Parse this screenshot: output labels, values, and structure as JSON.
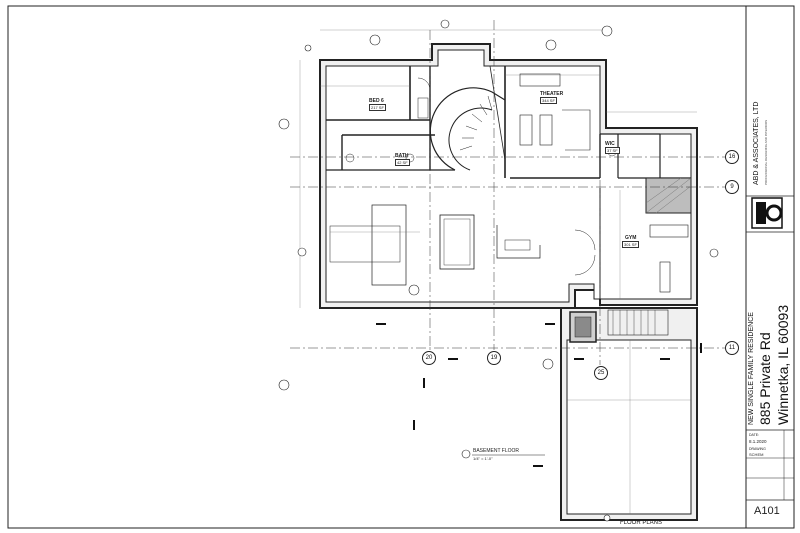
{
  "project": {
    "type_label": "NEW SINGLE FAMILY RESIDENCE",
    "address_line1": "885 Private Rd",
    "address_line2": "Winnetka, IL 60093"
  },
  "firm": {
    "name": "ABD & ASSOCIATES, LTD",
    "subtitle": "PROFESSIONAL DESIGNING AND INTERIORS"
  },
  "sheet": {
    "date_label": "DATE:",
    "date_value": "8.1.2020",
    "drawing_label": "DRAWING",
    "drawing_value": "SCHEM",
    "title_bottom": "FLOOR PLANS",
    "number": "A101"
  },
  "view": {
    "title": "BASEMENT FLOOR",
    "scale": "1/4\" = 1'-0\""
  },
  "rooms": [
    {
      "name": "BED 6",
      "area": "217 SF"
    },
    {
      "name": "THEATER",
      "area": "344 SF"
    },
    {
      "name": "BATH",
      "area": "42 SF"
    },
    {
      "name": "WIC",
      "area": "37 SF"
    },
    {
      "name": "GYM",
      "area": "301 SF"
    }
  ],
  "grid_bubbles": {
    "g16": "16",
    "g9": "9",
    "g11": "11",
    "g20": "20",
    "g19": "19",
    "g25": "25"
  }
}
